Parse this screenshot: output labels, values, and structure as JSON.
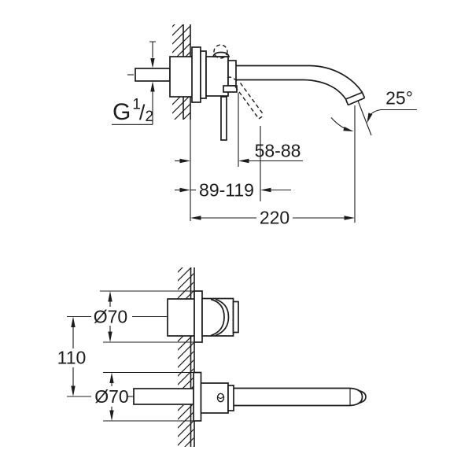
{
  "drawing": {
    "description": "Technical dimension drawing of a wall-mounted two-hole basin mixer, side view (top) and face view (bottom)",
    "colors": {
      "line": "#1c1c1c",
      "background": "#ffffff"
    },
    "side_view": {
      "thread_size": {
        "base": "G",
        "sup": "1",
        "slash": "/",
        "sub": "2"
      },
      "wall_depth_range": "58-88",
      "wall_depth_range_max": "89-119",
      "spout_projection": "220",
      "spout_angle": "25°"
    },
    "face_view": {
      "handle_diameter": "Ø70",
      "center_distance": "110",
      "spout_diameter": "Ø70"
    }
  }
}
